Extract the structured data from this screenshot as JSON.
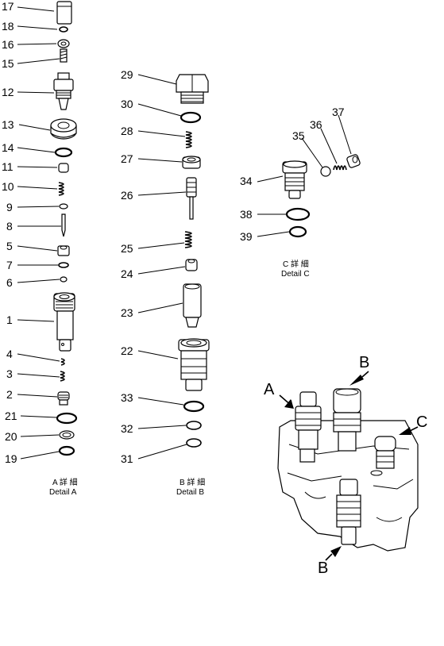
{
  "callouts": [
    {
      "id": "17",
      "text": "17"
    },
    {
      "id": "18",
      "text": "18"
    },
    {
      "id": "16",
      "text": "16"
    },
    {
      "id": "15",
      "text": "15"
    },
    {
      "id": "12",
      "text": "12"
    },
    {
      "id": "13",
      "text": "13"
    },
    {
      "id": "14",
      "text": "14"
    },
    {
      "id": "11",
      "text": "11"
    },
    {
      "id": "10",
      "text": "10"
    },
    {
      "id": "9",
      "text": "9"
    },
    {
      "id": "8",
      "text": "8"
    },
    {
      "id": "5",
      "text": "5"
    },
    {
      "id": "7",
      "text": "7"
    },
    {
      "id": "6",
      "text": "6"
    },
    {
      "id": "1",
      "text": "1"
    },
    {
      "id": "4",
      "text": "4"
    },
    {
      "id": "3",
      "text": "3"
    },
    {
      "id": "2",
      "text": "2"
    },
    {
      "id": "21",
      "text": "21"
    },
    {
      "id": "20",
      "text": "20"
    },
    {
      "id": "19",
      "text": "19"
    },
    {
      "id": "29",
      "text": "29"
    },
    {
      "id": "30",
      "text": "30"
    },
    {
      "id": "28",
      "text": "28"
    },
    {
      "id": "27",
      "text": "27"
    },
    {
      "id": "26",
      "text": "26"
    },
    {
      "id": "25",
      "text": "25"
    },
    {
      "id": "24",
      "text": "24"
    },
    {
      "id": "23",
      "text": "23"
    },
    {
      "id": "22",
      "text": "22"
    },
    {
      "id": "33",
      "text": "33"
    },
    {
      "id": "32",
      "text": "32"
    },
    {
      "id": "31",
      "text": "31"
    },
    {
      "id": "37",
      "text": "37"
    },
    {
      "id": "36",
      "text": "36"
    },
    {
      "id": "35",
      "text": "35"
    },
    {
      "id": "34",
      "text": "34"
    },
    {
      "id": "38",
      "text": "38"
    },
    {
      "id": "39",
      "text": "39"
    }
  ],
  "captions": {
    "a_jp": "A 詳 細",
    "a_en": "Detail A",
    "b_jp": "B 詳 細",
    "b_en": "Detail B",
    "c_jp": "C 詳 細",
    "c_en": "Detail C"
  },
  "assembly_markers": {
    "a": "A",
    "b_top": "B",
    "c": "C",
    "b_bottom": "B"
  }
}
